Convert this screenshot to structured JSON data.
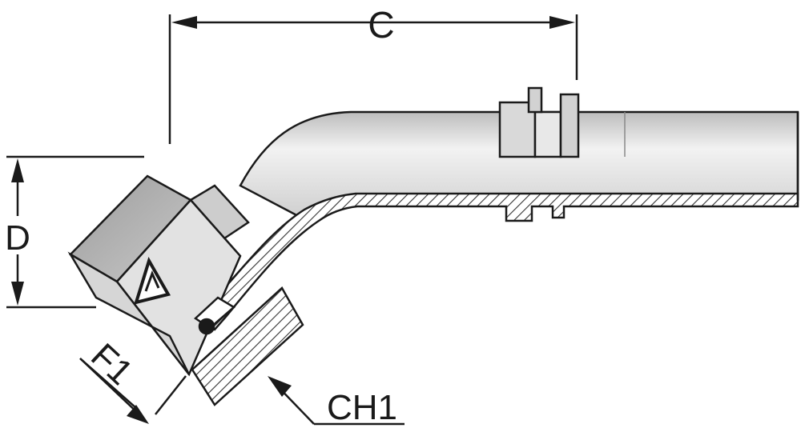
{
  "labels": {
    "c": "C",
    "d": "D",
    "f1": "F1",
    "ch1": "CH1"
  },
  "colors": {
    "outline": "#1a1a1a",
    "metal_light": "#e4e4e4",
    "metal_mid": "#cfcfcf",
    "metal_dark": "#a9a9a9",
    "hatch": "#333333"
  },
  "icons": {
    "logo": "triangle-logo-icon"
  }
}
